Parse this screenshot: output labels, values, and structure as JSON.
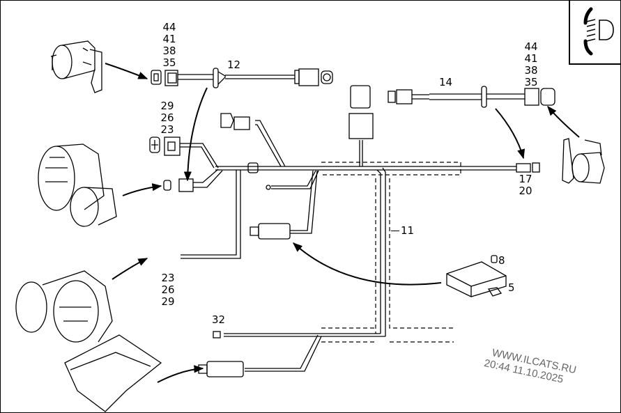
{
  "diagram": {
    "title_icon": "headlamp-range-adjust-icon",
    "labels": {
      "left_sensor_refs": [
        "44",
        "41",
        "38",
        "35"
      ],
      "cable_12": "12",
      "right_sensor_refs": [
        "44",
        "41",
        "38",
        "35"
      ],
      "cable_14": "14",
      "upper_lamp_refs": [
        "29",
        "26",
        "23"
      ],
      "lower_lamp_refs": [
        "23",
        "26",
        "29"
      ],
      "right_connector_refs": [
        "17",
        "20"
      ],
      "harness_11": "11",
      "module_8": "8",
      "module_5": "5",
      "connector_32": "32"
    },
    "watermark": {
      "line1": "WWW.ILCATS.RU",
      "line2": "20:44 11.10.2025"
    }
  }
}
